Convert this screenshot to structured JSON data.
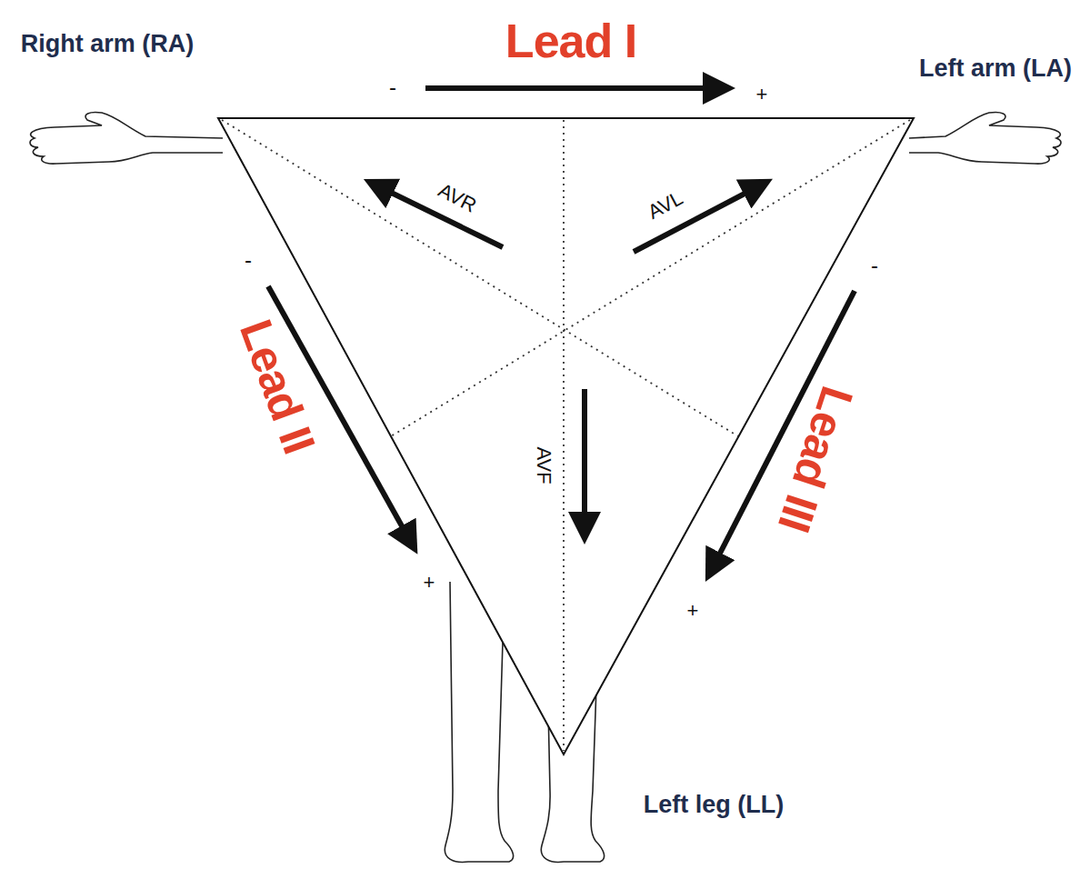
{
  "diagram": {
    "labels": [
      "Right arm (RA)",
      "Lead I",
      "Left arm (LA)",
      "-",
      "+",
      "AVR",
      "AVL",
      "-",
      "-",
      "Lead II",
      "Lead III",
      "AVF",
      "+",
      "+",
      "Left leg (LL)"
    ]
  }
}
